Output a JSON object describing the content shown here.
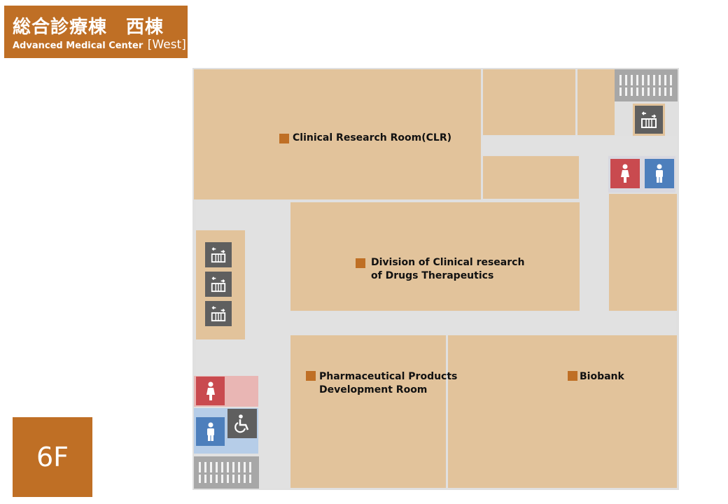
{
  "header": {
    "title_jp": "総合診療棟　西棟",
    "title_en": "Advanced Medical Center",
    "wing": "[West]"
  },
  "floor": {
    "label": "6F"
  },
  "rooms": {
    "clr": "Clinical Research Room(CLR)",
    "division_line1": "Division of Clinical research",
    "division_line2": "of Drugs Therapeutics",
    "ppdr_line1": "Pharmaceutical Products",
    "ppdr_line2": "Development Room",
    "biobank": "Biobank"
  },
  "icons": {
    "elevator": "elevator-icon",
    "female_restroom": "female-restroom-icon",
    "male_restroom": "male-restroom-icon",
    "accessible_restroom": "wheelchair-icon",
    "stairs": "stairs-icon"
  },
  "colors": {
    "brand": "#bf6f25",
    "room": "#e2c39b",
    "corridor": "#e1e1e1",
    "female": "#c94a4f",
    "male": "#4d7fbc",
    "elevator": "#5f5f5f"
  }
}
